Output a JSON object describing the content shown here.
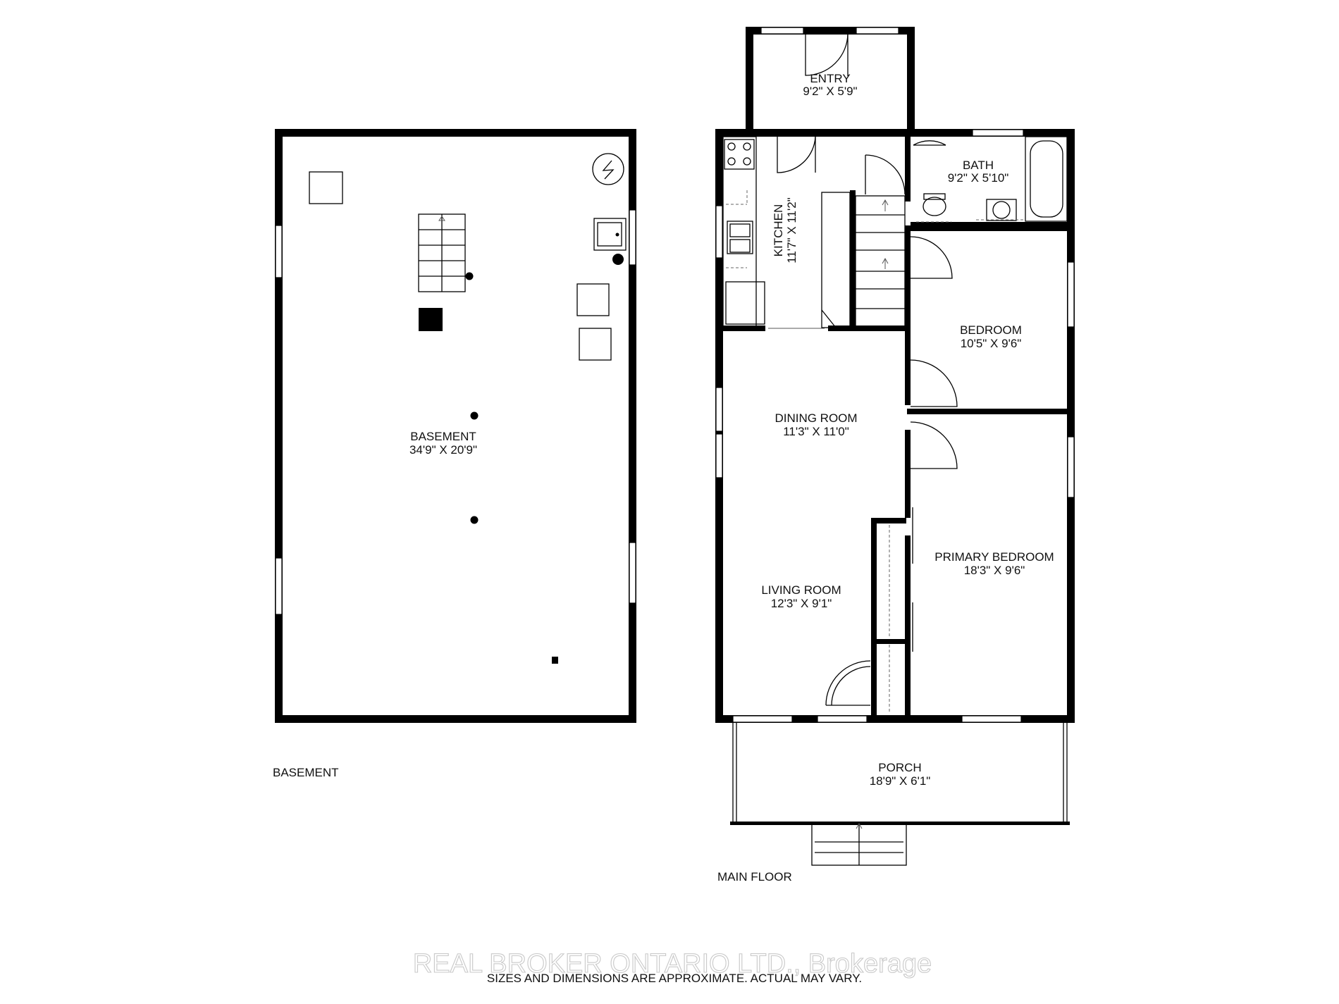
{
  "basement": {
    "floor_label": "BASEMENT",
    "room": {
      "name": "BASEMENT",
      "dims": "34'9\" X 20'9\""
    }
  },
  "main_floor": {
    "floor_label": "MAIN FLOOR",
    "rooms": {
      "entry": {
        "name": "ENTRY",
        "dims": "9'2\" X 5'9\""
      },
      "kitchen": {
        "name": "KITCHEN",
        "dims": "11'7\" X 11'2\""
      },
      "bath": {
        "name": "BATH",
        "dims": "9'2\" X 5'10\""
      },
      "bedroom": {
        "name": "BEDROOM",
        "dims": "10'5\" X 9'6\""
      },
      "dining": {
        "name": "DINING ROOM",
        "dims": "11'3\" X 11'0\""
      },
      "primary": {
        "name": "PRIMARY BEDROOM",
        "dims": "18'3\" X 9'6\""
      },
      "living": {
        "name": "LIVING ROOM",
        "dims": "12'3\" X 9'1\""
      },
      "porch": {
        "name": "PORCH",
        "dims": "18'9\" X 6'1\""
      }
    }
  },
  "watermark": "REAL BROKER ONTARIO LTD., Brokerage",
  "disclaimer": "SIZES AND DIMENSIONS ARE APPROXIMATE. ACTUAL MAY VARY."
}
